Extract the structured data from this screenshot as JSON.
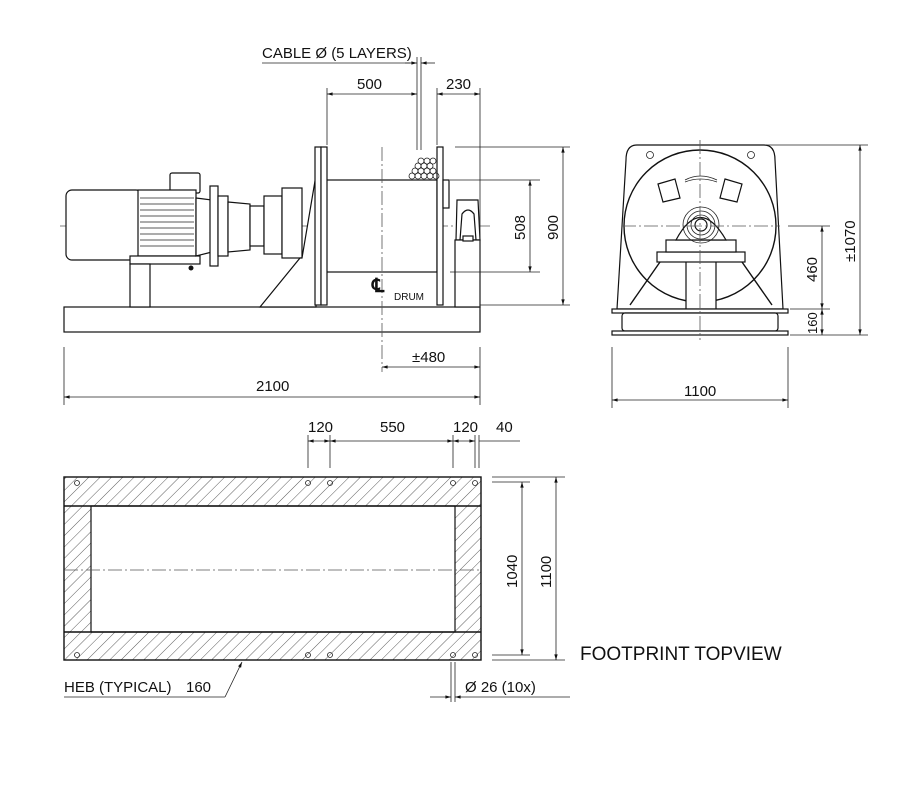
{
  "side_view": {
    "cable_label": "CABLE Ø (5 LAYERS)",
    "dim_drum_width": "500",
    "dim_offset": "230",
    "dim_drum_dia": "508",
    "dim_flange_dia": "900",
    "dim_center": "±480",
    "dim_total_length": "2100",
    "centerline_symbol": "℄",
    "centerline_label": "DRUM"
  },
  "front_view": {
    "dim_height": "±1070",
    "dim_axis_height": "460",
    "dim_base_height": "160",
    "dim_width": "1100"
  },
  "footprint": {
    "title": "FOOTPRINT  TOPVIEW",
    "dim_a": "120",
    "dim_b": "550",
    "dim_c": "120",
    "dim_d": "40",
    "dim_inner_width": "1040",
    "dim_outer_width": "1100",
    "beam_label": "HEB (TYPICAL)",
    "beam_size": "160",
    "hole_label": "Ø 26 (10x)"
  }
}
